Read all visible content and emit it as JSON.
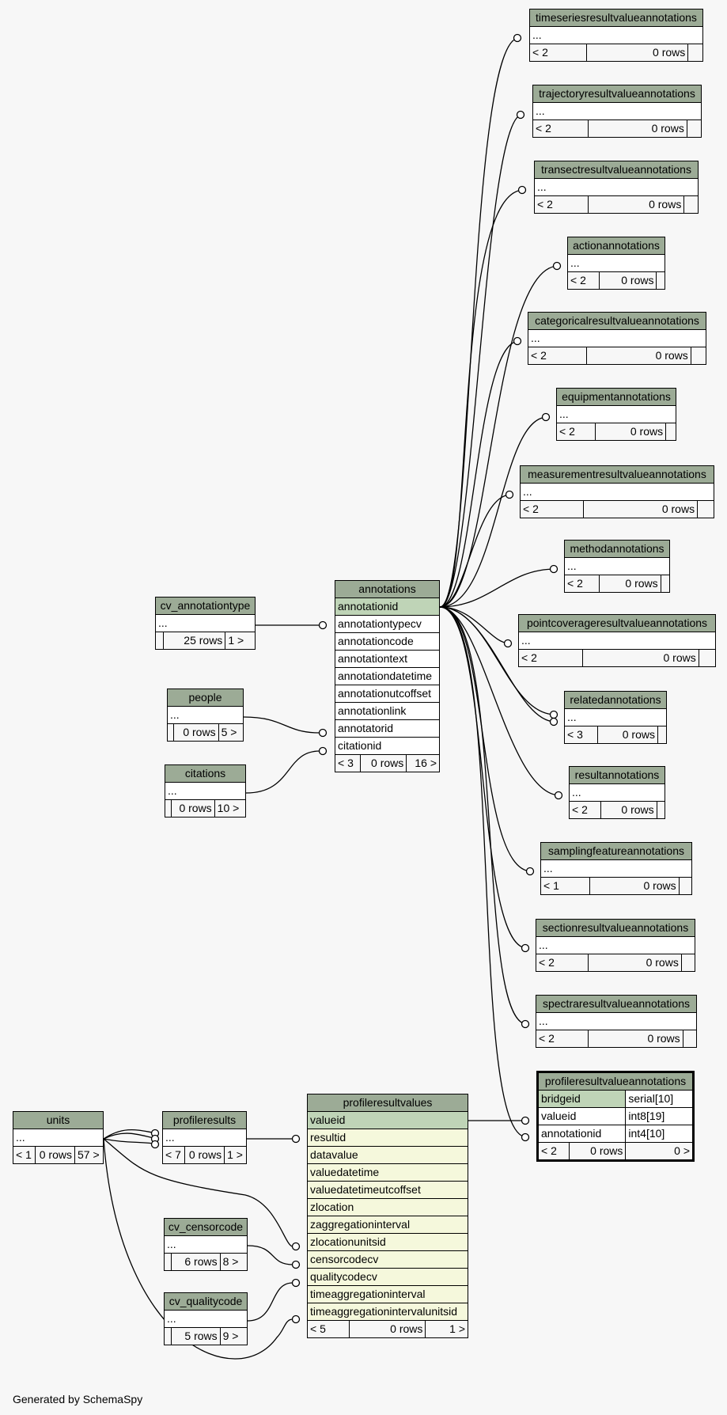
{
  "footer": "Generated by SchemaSpy",
  "tables": {
    "timeseries": {
      "name": "timeseriesresultvalueannotations",
      "row": "...",
      "prev": "< 2",
      "rows": "0 rows",
      "next": ""
    },
    "trajectory": {
      "name": "trajectoryresultvalueannotations",
      "row": "...",
      "prev": "< 2",
      "rows": "0 rows",
      "next": ""
    },
    "transect": {
      "name": "transectresultvalueannotations",
      "row": "...",
      "prev": "< 2",
      "rows": "0 rows",
      "next": ""
    },
    "action": {
      "name": "actionannotations",
      "row": "...",
      "prev": "< 2",
      "rows": "0 rows",
      "next": ""
    },
    "categorical": {
      "name": "categoricalresultvalueannotations",
      "row": "...",
      "prev": "< 2",
      "rows": "0 rows",
      "next": ""
    },
    "equipment": {
      "name": "equipmentannotations",
      "row": "...",
      "prev": "< 2",
      "rows": "0 rows",
      "next": ""
    },
    "measurement": {
      "name": "measurementresultvalueannotations",
      "row": "...",
      "prev": "< 2",
      "rows": "0 rows",
      "next": ""
    },
    "method": {
      "name": "methodannotations",
      "row": "...",
      "prev": "< 2",
      "rows": "0 rows",
      "next": ""
    },
    "pointcoverage": {
      "name": "pointcoverageresultvalueannotations",
      "row": "...",
      "prev": "< 2",
      "rows": "0 rows",
      "next": ""
    },
    "related": {
      "name": "relatedannotations",
      "row": "...",
      "prev": "< 3",
      "rows": "0 rows",
      "next": ""
    },
    "result": {
      "name": "resultannotations",
      "row": "...",
      "prev": "< 2",
      "rows": "0 rows",
      "next": ""
    },
    "samplingfeature": {
      "name": "samplingfeatureannotations",
      "row": "...",
      "prev": "< 1",
      "rows": "0 rows",
      "next": ""
    },
    "section": {
      "name": "sectionresultvalueannotations",
      "row": "...",
      "prev": "< 2",
      "rows": "0 rows",
      "next": ""
    },
    "spectra": {
      "name": "spectraresultvalueannotations",
      "row": "...",
      "prev": "< 2",
      "rows": "0 rows",
      "next": ""
    },
    "cv_annotationtype": {
      "name": "cv_annotationtype",
      "row": "...",
      "prev": "",
      "rows": "25 rows",
      "next": "1 >"
    },
    "people": {
      "name": "people",
      "row": "...",
      "prev": "",
      "rows": "0 rows",
      "next": "5 >"
    },
    "citations": {
      "name": "citations",
      "row": "...",
      "prev": "",
      "rows": "0 rows",
      "next": "10 >"
    },
    "units": {
      "name": "units",
      "row": "...",
      "prev": "< 1",
      "rows": "0 rows",
      "next": "57 >"
    },
    "profileresults": {
      "name": "profileresults",
      "row": "...",
      "prev": "< 7",
      "rows": "0 rows",
      "next": "1 >"
    },
    "cv_censorcode": {
      "name": "cv_censorcode",
      "row": "...",
      "prev": "",
      "rows": "6 rows",
      "next": "8 >"
    },
    "cv_qualitycode": {
      "name": "cv_qualitycode",
      "row": "...",
      "prev": "",
      "rows": "5 rows",
      "next": "9 >"
    },
    "annotations": {
      "name": "annotations",
      "columns": [
        "annotationid",
        "annotationtypecv",
        "annotationcode",
        "annotationtext",
        "annotationdatetime",
        "annotationutcoffset",
        "annotationlink",
        "annotatorid",
        "citationid"
      ],
      "prev": "< 3",
      "rows": "0 rows",
      "next": "16 >"
    },
    "profileresultvalues": {
      "name": "profileresultvalues",
      "columns": [
        "valueid",
        "resultid",
        "datavalue",
        "valuedatetime",
        "valuedatetimeutcoffset",
        "zlocation",
        "zaggregationinterval",
        "zlocationunitsid",
        "censorcodecv",
        "qualitycodecv",
        "timeaggregationinterval",
        "timeaggregationintervalunitsid"
      ],
      "prev": "< 5",
      "rows": "0 rows",
      "next": "1 >"
    },
    "profileresultvalueannotations": {
      "name": "profileresultvalueannotations",
      "columns": [
        {
          "name": "bridgeid",
          "type": "serial[10]"
        },
        {
          "name": "valueid",
          "type": "int8[19]"
        },
        {
          "name": "annotationid",
          "type": "int4[10]"
        }
      ],
      "prev": "< 2",
      "rows": "0 rows",
      "next": "0 >"
    }
  }
}
